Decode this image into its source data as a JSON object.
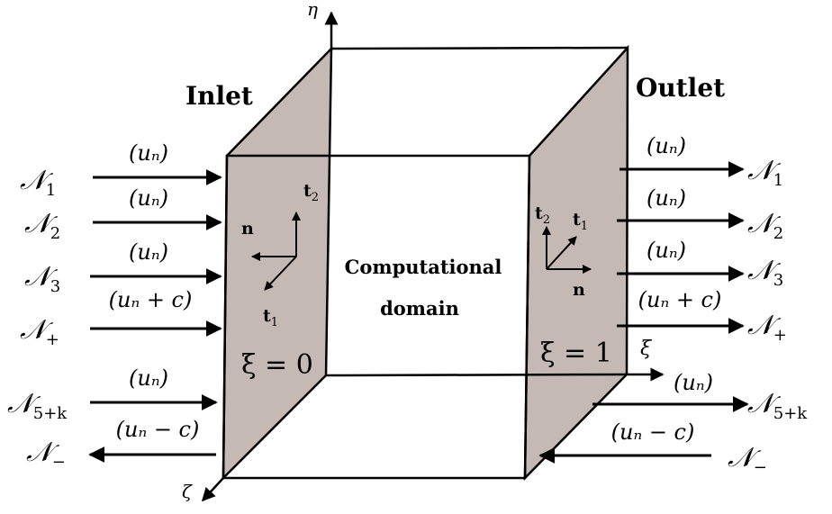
{
  "colors": {
    "face": "#c5b9b5",
    "line": "#000000",
    "background": "#ffffff"
  },
  "title_inlet": "Inlet",
  "title_outlet": "Outlet",
  "domain_label_1": "Computational",
  "domain_label_2": "domain",
  "xi_inlet": "ξ = 0",
  "xi_outlet": "ξ = 1",
  "axes": {
    "eta": "η",
    "xi": "ξ",
    "zeta": "ζ"
  },
  "inlet_vectors": {
    "n": "n",
    "t1": "t",
    "t1_sub": "1",
    "t2": "t",
    "t2_sub": "2"
  },
  "outlet_vectors": {
    "n": "n",
    "t1": "t",
    "t1_sub": "1",
    "t2": "t",
    "t2_sub": "2"
  },
  "inlet_arrows": [
    {
      "base": "𝒩",
      "sub": "1",
      "speed": "(uₙ)",
      "direction": "in"
    },
    {
      "base": "𝒩",
      "sub": "2",
      "speed": "(uₙ)",
      "direction": "in"
    },
    {
      "base": "𝒩",
      "sub": "3",
      "speed": "(uₙ)",
      "direction": "in"
    },
    {
      "base": "𝒩",
      "sub": "+",
      "speed": "(uₙ + c)",
      "direction": "in"
    },
    {
      "base": "𝒩",
      "sub": "5+k",
      "speed": "(uₙ)",
      "direction": "in"
    },
    {
      "base": "𝒩",
      "sub": "−",
      "speed": "(uₙ − c)",
      "direction": "out"
    }
  ],
  "outlet_arrows": [
    {
      "base": "𝒩",
      "sub": "1",
      "speed": "(uₙ)",
      "direction": "out"
    },
    {
      "base": "𝒩",
      "sub": "2",
      "speed": "(uₙ)",
      "direction": "out"
    },
    {
      "base": "𝒩",
      "sub": "3",
      "speed": "(uₙ)",
      "direction": "out"
    },
    {
      "base": "𝒩",
      "sub": "+",
      "speed": "(uₙ + c)",
      "direction": "out"
    },
    {
      "base": "𝒩",
      "sub": "5+k",
      "speed": "(uₙ)",
      "direction": "out"
    },
    {
      "base": "𝒩",
      "sub": "−",
      "speed": "(uₙ − c)",
      "direction": "in"
    }
  ]
}
